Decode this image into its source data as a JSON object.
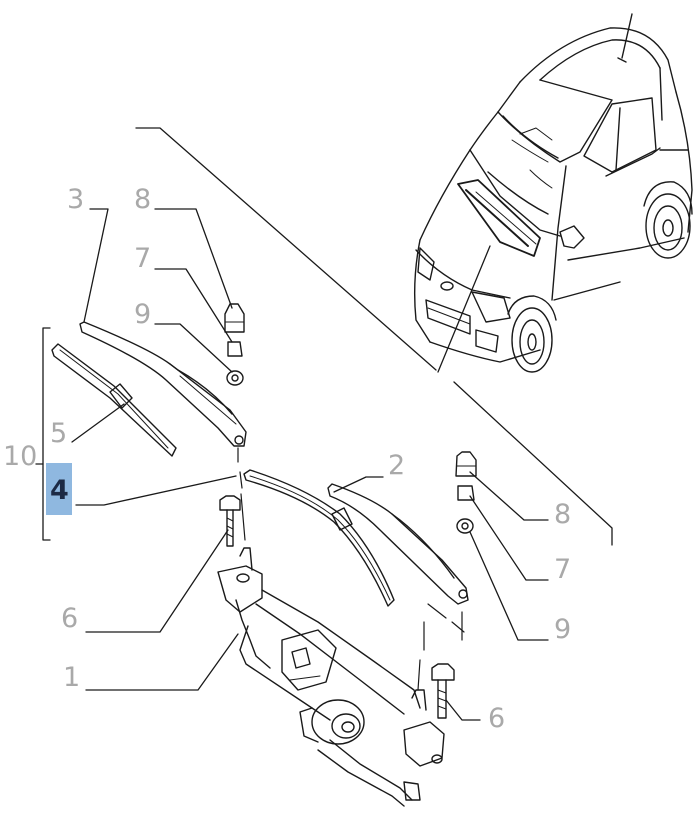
{
  "callouts": [
    {
      "id": "c3",
      "label": "3"
    },
    {
      "id": "c8a",
      "label": "8"
    },
    {
      "id": "c7a",
      "label": "7"
    },
    {
      "id": "c9a",
      "label": "9"
    },
    {
      "id": "c5",
      "label": "5"
    },
    {
      "id": "c10",
      "label": "10"
    },
    {
      "id": "c4",
      "label": "4"
    },
    {
      "id": "c2",
      "label": "2"
    },
    {
      "id": "c8b",
      "label": "8"
    },
    {
      "id": "c7b",
      "label": "7"
    },
    {
      "id": "c6a",
      "label": "6"
    },
    {
      "id": "c9b",
      "label": "9"
    },
    {
      "id": "c1",
      "label": "1"
    },
    {
      "id": "c6b",
      "label": "6"
    }
  ],
  "highlighted_callout": "4",
  "colors": {
    "line": "#1a1a1a",
    "callout_text": "#a9a9a9",
    "highlight_fill": "#8fb8e0",
    "highlight_text": "#1c2a45"
  }
}
